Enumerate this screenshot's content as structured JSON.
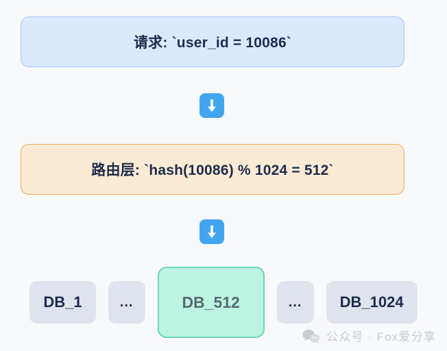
{
  "diagram": {
    "title": "sharding-route-diagram",
    "background_color": "#f8f9fb",
    "stages": [
      {
        "id": "request",
        "label": "请求: `user_id = 10086`",
        "fill": "#dbe9fd",
        "border": "#a6c8f6",
        "text_color": "#1d2b4c"
      },
      {
        "id": "router",
        "label": "路由层: `hash(10086) % 1024 = 512`",
        "fill": "#fbebd5",
        "border": "#eea956",
        "text_color": "#1d2b4c"
      }
    ],
    "connectors": [
      {
        "id": "arrow-1",
        "icon": "arrow-down-icon",
        "color": "#42a6ef"
      },
      {
        "id": "arrow-2",
        "icon": "arrow-down-icon",
        "color": "#42a6ef"
      }
    ],
    "shards": [
      {
        "id": "db-1",
        "label": "DB_1",
        "highlighted": false,
        "fill": "#dfe3ed",
        "text_color": "#1d2b4c"
      },
      {
        "id": "gap-left",
        "label": "...",
        "highlighted": false,
        "fill": "#dfe3ed",
        "text_color": "#1d2b4c"
      },
      {
        "id": "db-512",
        "label": "DB_512",
        "highlighted": true,
        "fill": "#bdf3e1",
        "border": "#6ad6bb",
        "text_color": "#566a72"
      },
      {
        "id": "gap-right",
        "label": "...",
        "highlighted": false,
        "fill": "#dfe3ed",
        "text_color": "#1d2b4c"
      },
      {
        "id": "db-1024",
        "label": "DB_1024",
        "highlighted": false,
        "fill": "#dfe3ed",
        "text_color": "#1d2b4c"
      }
    ]
  },
  "watermark": {
    "icon": "wechat-icon",
    "text": "公众号 · Fox爱分享",
    "color": "#c6cad3"
  }
}
